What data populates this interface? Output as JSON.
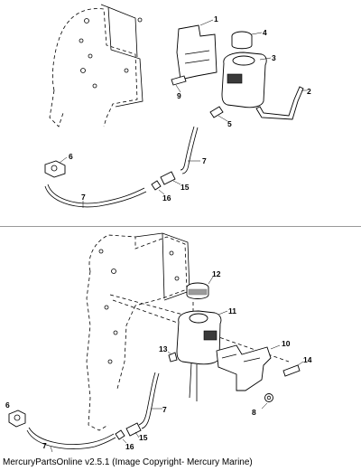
{
  "top_view": {
    "callouts": [
      "1",
      "2",
      "3",
      "4",
      "5",
      "6",
      "7",
      "7",
      "9",
      "15",
      "16"
    ]
  },
  "bottom_view": {
    "callouts": [
      "6",
      "7",
      "7",
      "8",
      "10",
      "11",
      "12",
      "13",
      "14",
      "15",
      "16"
    ]
  },
  "caption": "MercuryPartsOnline v2.5.1 (Image Copyright- Mercury Marine)"
}
